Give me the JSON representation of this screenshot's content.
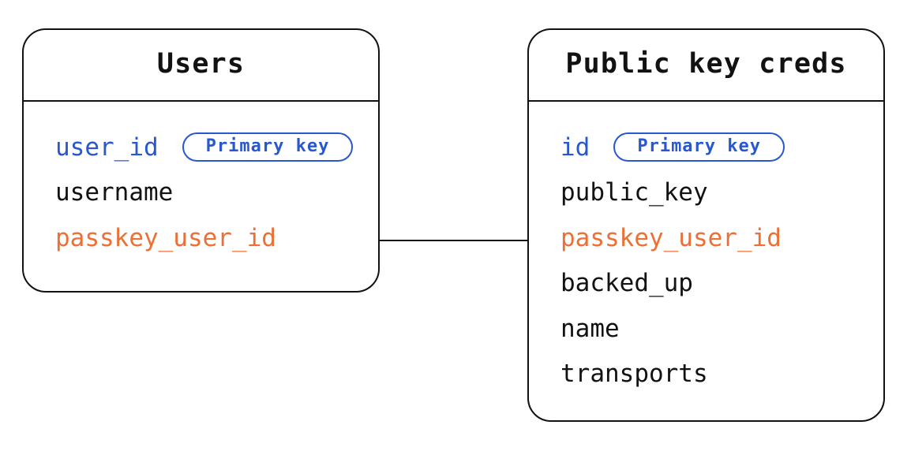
{
  "tables": [
    {
      "id": "users",
      "title": "Users",
      "fields": [
        {
          "name": "user_id",
          "style": "pk",
          "badge": "Primary key"
        },
        {
          "name": "username",
          "style": "normal"
        },
        {
          "name": "passkey_user_id",
          "style": "fk"
        }
      ]
    },
    {
      "id": "public-key-creds",
      "title": "Public key creds",
      "fields": [
        {
          "name": "id",
          "style": "pk",
          "badge": "Primary key"
        },
        {
          "name": "public_key",
          "style": "normal"
        },
        {
          "name": "passkey_user_id",
          "style": "fk"
        },
        {
          "name": "backed_up",
          "style": "normal"
        },
        {
          "name": "name",
          "style": "normal"
        },
        {
          "name": "transports",
          "style": "normal"
        }
      ]
    }
  ],
  "relationship": {
    "connects": [
      "Users.passkey_user_id",
      "Public key creds.passkey_user_id"
    ]
  },
  "colors": {
    "primary_key_blue": "#2857d0",
    "foreign_key_orange": "#ed6f35",
    "line_black": "#121212",
    "background_white": "#ffffff"
  }
}
